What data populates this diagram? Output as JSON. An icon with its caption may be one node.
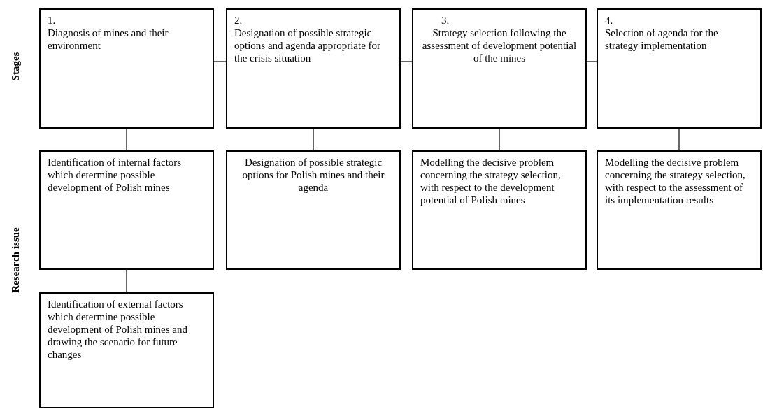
{
  "diagram": {
    "nodes": [
      {
        "text": [
          "1.",
          "Diagnosis of mines and their environment"
        ]
      },
      {
        "text": [
          "2.",
          "Designation of possible strategic options and agenda appropriate for the crisis situation"
        ]
      },
      {
        "text": [
          "3.",
          "Strategy selection following the assessment of development potential of the mines"
        ]
      },
      {
        "text": [
          "4.",
          "Selection of agenda for the strategy implementation"
        ]
      },
      {
        "text": [
          "Identification of internal factors which determine possible development of Polish mines"
        ]
      },
      {
        "text": [
          "Designation of possible strategic options for Polish mines and their agenda"
        ]
      },
      {
        "text": [
          "Modelling the decisive problem concerning the strategy selection, with respect to the development potential of Polish mines"
        ]
      },
      {
        "text": [
          "Modelling the decisive problem concerning the strategy selection, with respect to the assessment of its implementation results"
        ]
      },
      {
        "text": [
          "Identification of external factors which determine possible development of Polish mines and drawing the scenario for future changes"
        ]
      }
    ],
    "edges": [
      {
        "from": 0,
        "to": 1,
        "arrow": "none"
      },
      {
        "from": 1,
        "to": 2,
        "arrow": "none"
      },
      {
        "from": 2,
        "to": 3,
        "arrow": "none"
      },
      {
        "from": 0,
        "to": 4,
        "arrow": "none"
      },
      {
        "from": 1,
        "to": 5,
        "arrow": "none"
      },
      {
        "from": 2,
        "to": 6,
        "arrow": "none"
      },
      {
        "from": 3,
        "to": 7,
        "arrow": "none"
      },
      {
        "from": 4,
        "to": 8,
        "arrow": "none"
      }
    ],
    "labels": [
      "Stages",
      "Research issue"
    ]
  }
}
